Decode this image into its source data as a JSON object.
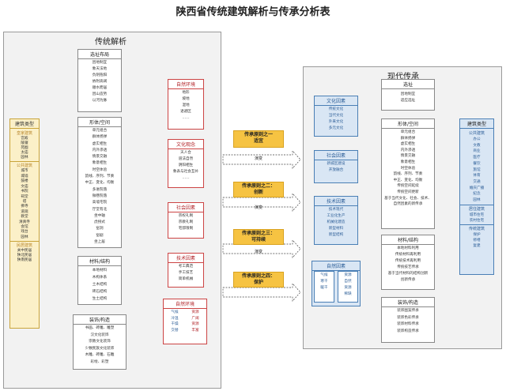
{
  "title": "陕西省传统建筑解析与传承分析表",
  "left": {
    "title": "传统解析",
    "types": {
      "header": "建筑类型",
      "groups": [
        {
          "title": "皇家建筑",
          "items": "宫殿\n陵寝\n苑囿\n太庙\n园林"
        },
        {
          "title": "公共建筑",
          "items": "城市\n城墙\n鼓楼\n文庙\n书院\n祠堂\n塔\n佛寺\n道观\n教堂\n清真寺\n会馆\n戏台\n园林"
        },
        {
          "title": "民居建筑",
          "subtitle": "关中民居\n陕北民居\n陕南民居"
        }
      ]
    },
    "columns": [
      {
        "id": "site",
        "title": "选址布局",
        "body": "因地制宜\n象天法地\n负阴抱阳\n依附高阔\n顺水而居\n因山造势\n以河为脉"
      },
      {
        "id": "form",
        "title": "形体/空间",
        "body": "单元组合\n群体扬弹\n虚实相生\n内外渗透\n情景交融\n象意相生\n时空体验\n韵线、序列、节奏\n中正、变化、均衡\n多进院落\n微巷院落\n高墙宅院\n厅堂有北\n坐中轴\n虎拐式\n窑洞\n窑剧\n坐上居"
      },
      {
        "id": "material",
        "title": "材料/结构",
        "body": "本地材料\n木构体系\n土木结构\n砖石结构\n生土结构"
      },
      {
        "id": "decor",
        "title": "装饰/构造",
        "body": "书画、砖雕、雕塑\n汉文化装饰\n宗教文化装饰\n少数民族文化装饰\n木雕、砖雕、石雕\n彩绘、彩塑"
      }
    ],
    "factors": [
      {
        "id": "nature",
        "title": "自然环境",
        "body": "地形\n坡地\n湿地\n退避区\n……"
      },
      {
        "id": "culture",
        "title": "文化观念",
        "body": "天人合\n道法自然\n阴阳相生\n象表与社会互补\n……"
      },
      {
        "id": "social",
        "title": "社会因素",
        "body": "宗权礼制\n宗教礼制\n宅邸限制"
      },
      {
        "id": "tech",
        "title": "技术因素",
        "body": "考工典范\n手工技艺\n简单机械"
      },
      {
        "id": "env",
        "title": "自然环境",
        "left": "气候\n冷温\n干燥\n交替",
        "right": "资源\n广阔\n资源\n丰富"
      }
    ]
  },
  "middle": {
    "principles": [
      {
        "label": "传承原则之一\n适宜",
        "phase": "演变"
      },
      {
        "label": "传承原则之二：\n创新",
        "phase": "演变"
      },
      {
        "label": "传承原则之三：\n可持续",
        "phase": "演变"
      },
      {
        "label": "传承原则之四：\n保护",
        "phase": ""
      }
    ]
  },
  "right": {
    "title": "现代传承",
    "columns": [
      {
        "id": "site",
        "title": "选址",
        "body": "因地制宜\n适应选址"
      },
      {
        "id": "form",
        "title": "形体/空间",
        "body": "单元组合\n群体扬弹\n虚实相生\n内外渗透\n情景交融\n象意相生\n时空体验\n韵线、序列、节奏\n中正、变化、均衡\n传统空间延续\n传统空间更新\n基于当代文化、社会、技术、自然因素的新传承"
      },
      {
        "id": "material",
        "title": "材料/结构",
        "body": "本地材料利用\n传统材料再利用\n传统技术再利用\n传统技艺传承\n基于当代材料的结构创新\n创新传承"
      },
      {
        "id": "decor",
        "title": "装饰/构造",
        "body": "装饰图案传承\n装饰色彩传承\n装饰材料传承\n装饰构造传承"
      }
    ],
    "factors": [
      {
        "id": "culture",
        "title": "文化因素",
        "body": "传统文化\n当代文化\n外来文化\n多元文化"
      },
      {
        "id": "social",
        "title": "社会因素",
        "body": "新城区建设\n开放融合"
      },
      {
        "id": "tech",
        "title": "技术因素",
        "body": "技术现代\n工业化生产\n机械化建造\n新型材料\n新型结构"
      },
      {
        "id": "nature",
        "title": "自然因素",
        "left": "气候\n寒干\n暖干",
        "right": "资源\n自然\n资源\n稀缺"
      }
    ],
    "types": {
      "header": "建筑类型",
      "groups": [
        {
          "title": "公共建筑",
          "items": "办公\n文教\n商业\n医疗\n餐饮\n旅馆\n体育\n交通\n婚庆广播\n纪念\n园林"
        },
        {
          "title": "居住建筑",
          "items": "城市住宅\n农村住宅"
        },
        {
          "title": "传统建筑",
          "items": "保护\n修缮\n复建"
        }
      ]
    }
  }
}
